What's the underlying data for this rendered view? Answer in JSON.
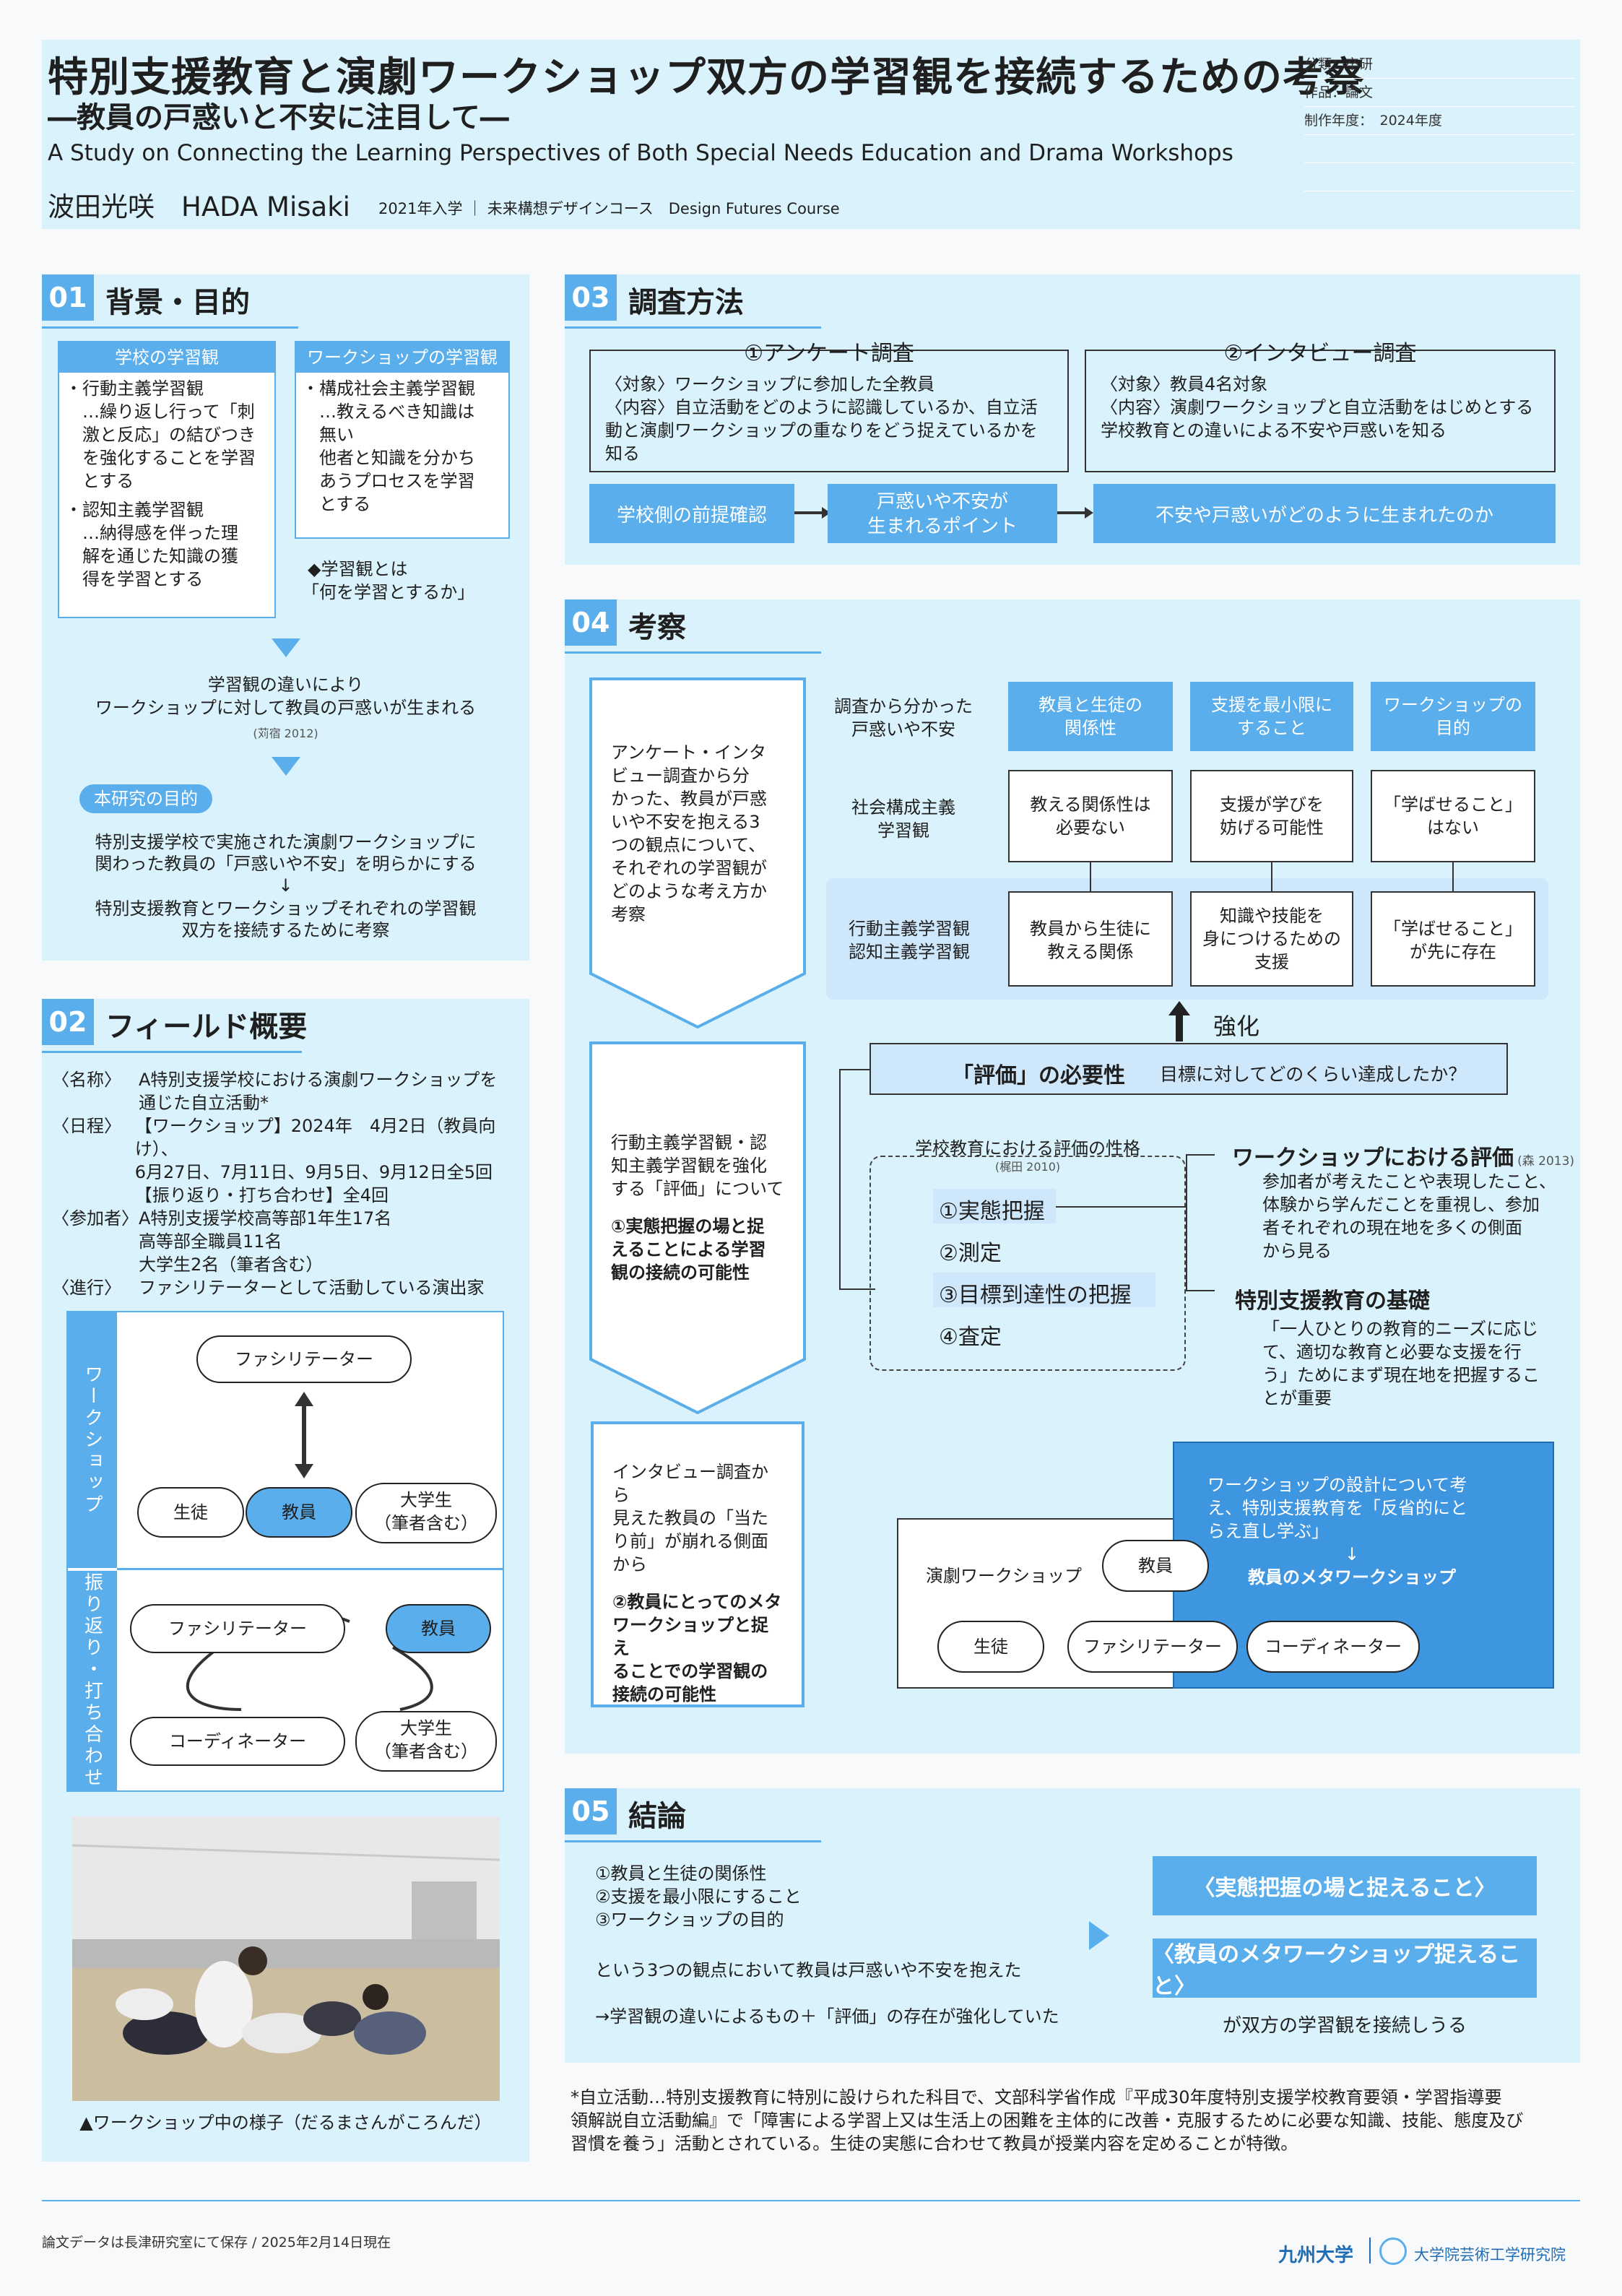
{
  "header": {
    "title_jp": "特別支援教育と演劇ワークショップ双方の学習観を接続するための考察",
    "subtitle_jp": "―教員の戸惑いと不安に注目して―",
    "title_en": "A Study on Connecting the Learning Perspectives of Both Special Needs Education and Drama Workshops",
    "author": "波田光咲　HADA Misaki",
    "enroll": "2021年入学 ｜ 未来構想デザインコース　Design Futures Course",
    "meta": [
      "分類：卒研",
      "作品：論文",
      "制作年度：　2024年度"
    ]
  },
  "s1": {
    "num": "01",
    "title": "背景・目的",
    "school_head": "学校の学習観",
    "school_items": [
      "・行動主義学習観",
      "　…繰り返し行って「刺",
      "　激と反応」の結びつき",
      "　を強化することを学習",
      "　とする",
      "・認知主義学習観",
      "　…納得感を伴った理",
      "　解を通じた知識の獲",
      "　得を学習とする"
    ],
    "ws_head": "ワークショップの学習観",
    "ws_items": [
      "・構成社会主義学習観",
      "　…教えるべき知識は",
      "　無い",
      "　他者と知識を分かち",
      "　あうプロセスを学習",
      "　とする"
    ],
    "note1": "◆学習観とは",
    "note2": "「何を学習とするか」",
    "diff1": "学習観の違いにより",
    "diff2": "ワークショップに対して教員の戸惑いが生まれる",
    "cite": "(苅宿 2012)",
    "purpose_badge": "本研究の目的",
    "p1": "特別支援学校で実施された演劇ワークショップに",
    "p2": "関わった教員の「戸惑いや不安」を明らかにする",
    "p3": "↓",
    "p4": "特別支援教育とワークショップそれぞれの学習観",
    "p5": "双方を接続するために考察"
  },
  "s2": {
    "num": "02",
    "title": "フィールド概要",
    "rows": [
      {
        "k": "〈名称〉",
        "v": [
          "A特別支援学校における演劇ワークショップを",
          "通じた自立活動*"
        ]
      },
      {
        "k": "〈日程〉",
        "v": [
          "【ワークショップ】2024年　4月2日（教員向け）、",
          "6月27日、7月11日、9月5日、9月12日全5回",
          "【振り返り・打ち合わせ】全4回"
        ]
      },
      {
        "k": "〈参加者〉",
        "v": [
          "A特別支援学校高等部1年生17名",
          "高等部全職員11名",
          "大学生2名（筆者含む）"
        ]
      },
      {
        "k": "〈進行〉",
        "v": [
          "ファシリテーターとして活動している演出家"
        ]
      }
    ],
    "ws_label": "ワークショップ",
    "rev_label": "振り返り・打ち合わせ",
    "facilitator": "ファシリテーター",
    "student": "生徒",
    "teacher": "教員",
    "univ1": "大学生",
    "univ2": "（筆者含む）",
    "coordinator": "コーディネーター",
    "caption": "▲ワークショップ中の様子（だるまさんがころんだ）"
  },
  "s3": {
    "num": "03",
    "title": "調査方法",
    "q_head": "①アンケート調査",
    "q_lines": [
      "〈対象〉ワークショップに参加した全教員",
      "〈内容〉自立活動をどのように認識しているか、自立活",
      "動と演劇ワークショップの重なりをどう捉えているかを",
      "知る"
    ],
    "i_head": "②インタビュー調査",
    "i_lines": [
      "〈対象〉教員4名対象",
      "〈内容〉演劇ワークショップと自立活動をはじめとする",
      "学校教育との違いによる不安や戸惑いを知る"
    ],
    "flow1": "学校側の前提確認",
    "flow2a": "戸惑いや不安が",
    "flow2b": "生まれるポイント",
    "flow3": "不安や戸惑いがどのように生まれたのか"
  },
  "s4": {
    "num": "04",
    "title": "考察",
    "arrow1": [
      "アンケート・インタ",
      "ビュー調査から分",
      "かった、教員が戸惑",
      "いや不安を抱える3",
      "つの観点について、",
      "それぞれの学習観が",
      "どのような考え方か",
      "考察"
    ],
    "row_h": [
      "調査から分かった",
      "戸惑いや不安"
    ],
    "cols": [
      [
        "教員と生徒の",
        "関係性"
      ],
      [
        "支援を最小限に",
        "すること"
      ],
      [
        "ワークショップの",
        "目的"
      ]
    ],
    "social": [
      "社会構成主義",
      "学習観"
    ],
    "social_cells": [
      [
        "教える関係性は",
        "必要ない"
      ],
      [
        "支援が学びを",
        "妨げる可能性"
      ],
      [
        "「学ばせること」",
        "はない"
      ]
    ],
    "behav": [
      "行動主義学習観",
      "認知主義学習観"
    ],
    "behav_cells": [
      [
        "教員から生徒に",
        "教える関係"
      ],
      [
        "知識や技能を",
        "身につけるための",
        "支援"
      ],
      [
        "「学ばせること」",
        "が先に存在"
      ]
    ],
    "strengthen": "強化",
    "hyoka_bold": "「評価」の必要性",
    "hyoka_q": "目標に対してどのくらい達成したか？",
    "arrow2": [
      "行動主義学習観・認",
      "知主義学習観を強化",
      "する「評価」について"
    ],
    "arrow2b": [
      "①実態把握の場と捉",
      "えることによる学習",
      "観の接続の可能性"
    ],
    "eval_head": "学校教育における評価の性格",
    "eval_cite": "(梶田 2010)",
    "eval_items": [
      "①実態把握",
      "②測定",
      "③目標到達性の把握",
      "④査定"
    ],
    "ws_eval": "ワークショップにおける評価",
    "ws_eval_cite": "(森 2013)",
    "ws_eval_body": [
      "参加者が考えたことや表現したこと、",
      "体験から学んだことを重視し、参加",
      "者それぞれの現在地を多くの側面",
      "から見る"
    ],
    "sne_base": "特別支援教育の基礎",
    "sne_body": [
      "「一人ひとりの教育的ニーズに応じ",
      "て、適切な教育と必要な支援を行",
      "う」ためにまず現在地を把握するこ",
      "とが重要"
    ],
    "arrow3": [
      "インタビュー調査から",
      "見えた教員の「当た",
      "り前」が崩れる側面",
      "から"
    ],
    "arrow3b": [
      "②教員にとってのメタ",
      "ワークショップと捉え",
      "ることでの学習観の",
      "接続の可能性"
    ],
    "meta_text": [
      "ワークショップの設計について考",
      "え、特別支援教育を「反省的にと",
      "らえ直し学ぶ」"
    ],
    "meta_arrow": "↓",
    "meta_title": "教員のメタワークショップ",
    "drama_ws": "演劇ワークショップ",
    "teacher": "教員",
    "student": "生徒",
    "facilitator": "ファシリテーター",
    "coordinator": "コーディネーター"
  },
  "s5": {
    "num": "05",
    "title": "結論",
    "lines": [
      "①教員と生徒の関係性",
      "②支援を最小限にすること",
      "③ワークショップの目的"
    ],
    "l4": "という3つの観点において教員は戸惑いや不安を抱えた",
    "l5": "→学習観の違いによるもの＋「評価」の存在が強化していた",
    "b1": "〈実態把握の場と捉えること〉",
    "b2": "〈教員のメタワークショップ捉えること〉",
    "tail": "が双方の学習観を接続しうる"
  },
  "footnote": [
    "*自立活動…特別支援教育に特別に設けられた科目で、文部科学省作成『平成30年度特別支援学校教育要領・学習指導要",
    "領解説自立活動編』で「障害による学習上又は生活上の困難を主体的に改善・克服するために必要な知識、技能、態度及び",
    "習慣を養う」活動とされている。生徒の実態に合わせて教員が授業内容を定めることが特徴。"
  ],
  "footer": {
    "left": "論文データは長津研究室にて保存 / 2025年2月14日現在",
    "univ": "九州大学",
    "grad": "大学院芸術工学研究院"
  }
}
